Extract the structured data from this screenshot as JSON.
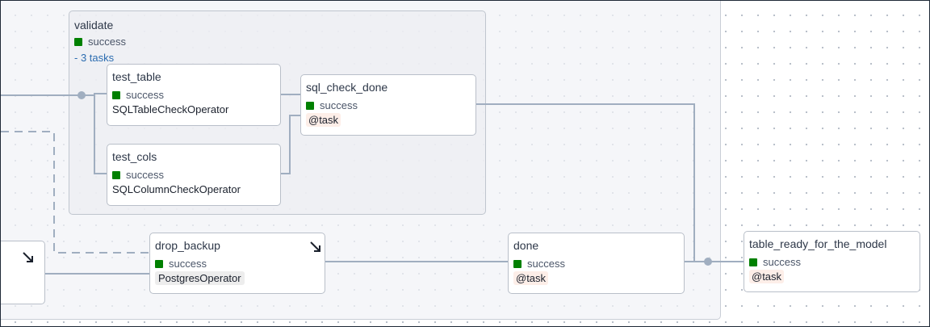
{
  "graph": {
    "group": {
      "title": "validate",
      "state": "success",
      "tasks_link": "- 3 tasks"
    },
    "nodes": {
      "test_table": {
        "title": "test_table",
        "state": "success",
        "operator": "SQLTableCheckOperator"
      },
      "test_cols": {
        "title": "test_cols",
        "state": "success",
        "operator": "SQLColumnCheckOperator"
      },
      "sql_check_done": {
        "title": "sql_check_done",
        "state": "success",
        "operator": "@task"
      },
      "drop_backup": {
        "title": "drop_backup",
        "state": "success",
        "operator": "PostgresOperator"
      },
      "done": {
        "title": "done",
        "state": "success",
        "operator": "@task"
      },
      "table_ready_for_the_model": {
        "title": "table_ready_for_the_model",
        "state": "success",
        "operator": "@task"
      }
    },
    "icons": {
      "expand": "arrow-down-right-icon",
      "state_square": "status-square-icon"
    },
    "colors": {
      "success": "#008000",
      "edge": "#a0aec0",
      "link": "#2b6cb0",
      "task_badge": "#fdeee8",
      "operator_badge": "#ededed"
    }
  }
}
